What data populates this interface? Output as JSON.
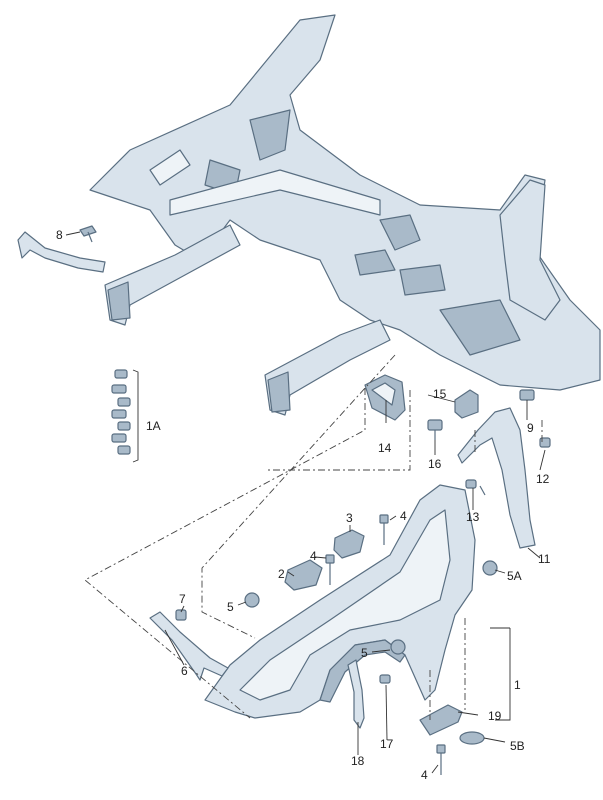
{
  "callouts": {
    "c1": "1",
    "c1a": "1A",
    "c2": "2",
    "c3": "3",
    "c4a": "4",
    "c4b": "4",
    "c4c": "4",
    "c5a": "5",
    "c5b": "5",
    "c5A": "5A",
    "c5B": "5B",
    "c6": "6",
    "c7": "7",
    "c8": "8",
    "c9": "9",
    "c11": "11",
    "c12": "12",
    "c13": "13",
    "c14": "14",
    "c15": "15",
    "c16": "16",
    "c17": "17",
    "c18": "18",
    "c19": "19"
  },
  "colors": {
    "part_fill": "#d9e3ec",
    "part_shade": "#a9bac9",
    "outline": "#5a6f82",
    "label": "#222222"
  }
}
